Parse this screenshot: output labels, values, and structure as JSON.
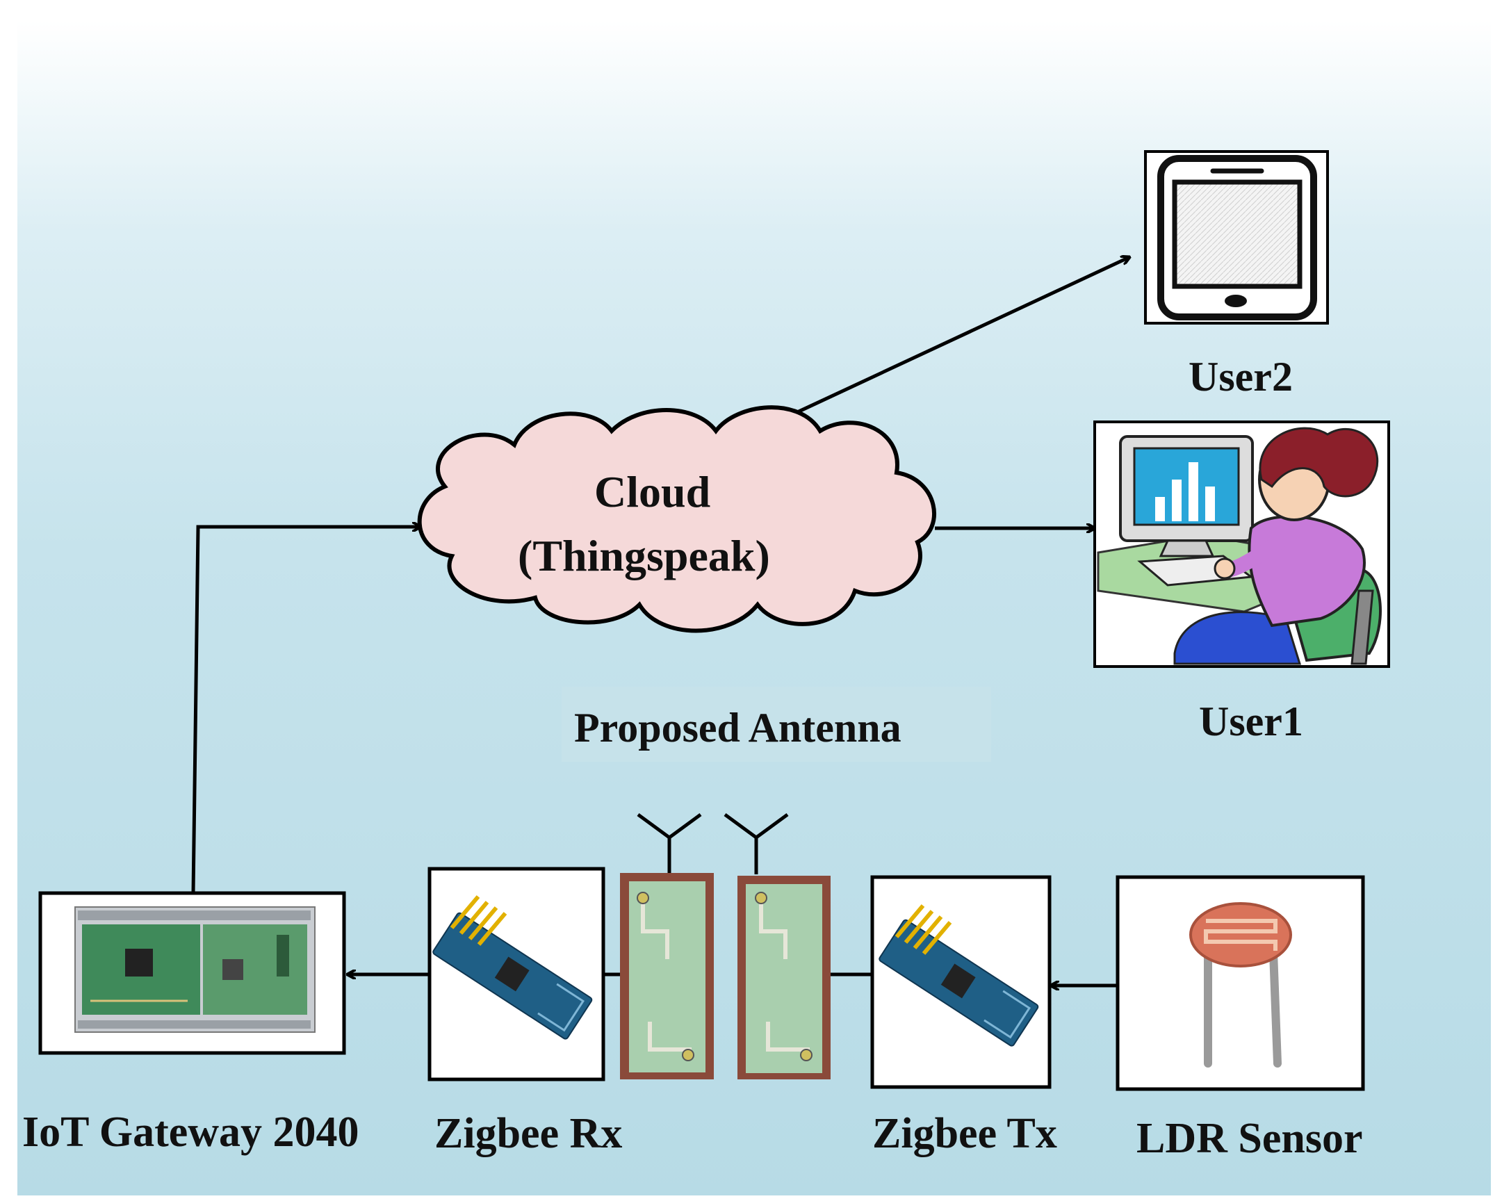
{
  "cloud": {
    "line1": "Cloud",
    "line2": "(Thingspeak)"
  },
  "labels": {
    "user2": "User2",
    "user1": "User1",
    "antenna": "Proposed Antenna",
    "gateway": "IoT Gateway 2040",
    "zigbee_rx": "Zigbee Rx",
    "zigbee_tx": "Zigbee Tx",
    "ldr": "LDR Sensor"
  },
  "colors": {
    "cloud_fill": "#f5d9d9",
    "background_top": "#ffffff",
    "background_bottom": "#b7dbe6",
    "pcb_green": "#3f8a5a",
    "zigbee_blue": "#1f5f86",
    "antenna_board": "#8a4a3a",
    "ldr_disc": "#d9735a",
    "user_shirt": "#c77ad9",
    "monitor_screen": "#29a6d9"
  }
}
